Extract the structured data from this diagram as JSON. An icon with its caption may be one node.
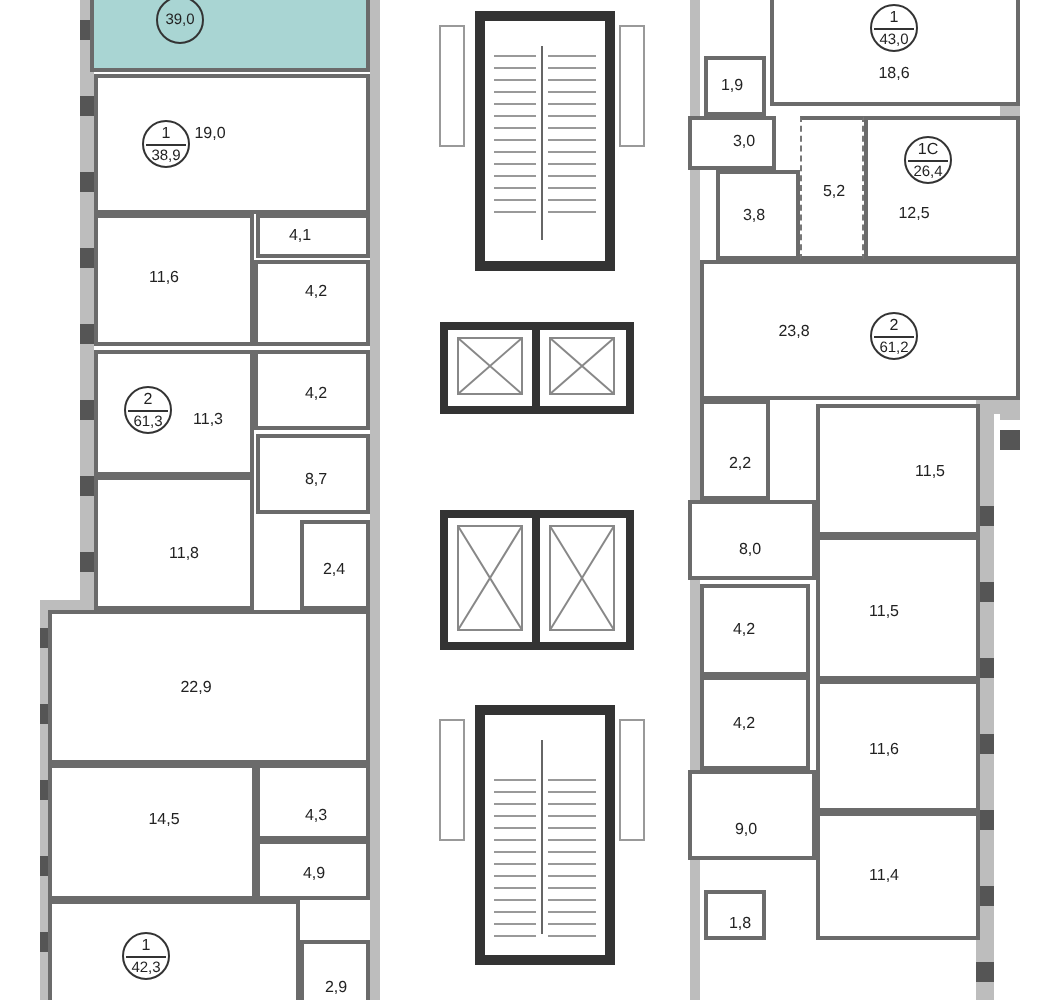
{
  "diagram": {
    "nodes": [
      {
        "text": [],
        "shape": "box"
      },
      {
        "text": [
          "39,0"
        ],
        "in": 0
      },
      {
        "text": [
          "19,0"
        ]
      },
      {
        "text": [
          "1",
          "38,9"
        ],
        "in": 2
      },
      {
        "text": [
          "4,1"
        ]
      },
      {
        "text": [
          "11,6"
        ]
      },
      {
        "text": [
          "4,2"
        ]
      },
      {
        "text": [
          "4,2"
        ]
      },
      {
        "text": [
          "11,3"
        ]
      },
      {
        "text": [
          "2",
          "61,3"
        ],
        "in": 8
      },
      {
        "text": [
          "8,7"
        ]
      },
      {
        "text": [
          "11,8"
        ]
      },
      {
        "text": [
          "2,4"
        ]
      },
      {
        "text": [
          "22,9"
        ]
      },
      {
        "text": [
          "14,5"
        ]
      },
      {
        "text": [
          "4,3"
        ]
      },
      {
        "text": [
          "4,9"
        ]
      },
      {
        "text": [],
        "shape": "box"
      },
      {
        "text": [
          "1",
          "42,3"
        ],
        "in": 17
      },
      {
        "text": [
          "2,9"
        ]
      },
      {
        "text": [
          "18,6"
        ]
      },
      {
        "text": [
          "1",
          "43,0"
        ],
        "in": 20
      },
      {
        "text": [
          "1,9"
        ]
      },
      {
        "text": [
          "3,0"
        ]
      },
      {
        "text": [
          "3,8"
        ]
      },
      {
        "text": [
          "5,2"
        ]
      },
      {
        "text": [
          "12,5"
        ]
      },
      {
        "text": [
          "1С",
          "26,4"
        ],
        "in": 26
      },
      {
        "text": [
          "23,8"
        ]
      },
      {
        "text": [
          "2",
          "61,2"
        ],
        "in": 28
      },
      {
        "text": [
          "2,2"
        ]
      },
      {
        "text": [
          "11,5"
        ]
      },
      {
        "text": [
          "8,0"
        ]
      },
      {
        "text": [
          "11,5"
        ]
      },
      {
        "text": [
          "4,2"
        ]
      },
      {
        "text": [
          "4,2"
        ]
      },
      {
        "text": [
          "11,6"
        ]
      },
      {
        "text": [
          "9,0"
        ]
      },
      {
        "text": [
          "11,4"
        ]
      },
      {
        "text": [
          "1,8"
        ]
      }
    ]
  }
}
